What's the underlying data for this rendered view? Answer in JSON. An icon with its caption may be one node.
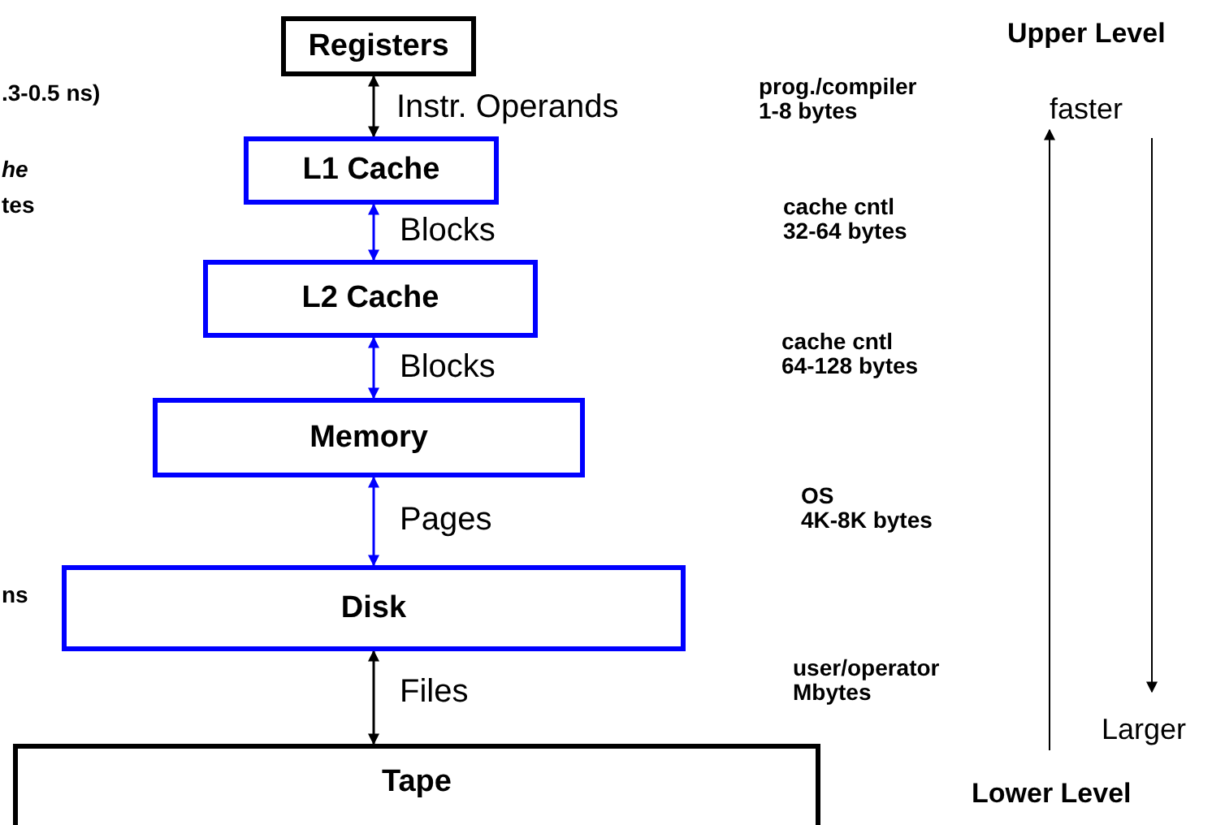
{
  "diagram": {
    "nodes": [
      {
        "text": [
          "Registers"
        ]
      },
      {
        "text": [
          "L1 Cache"
        ]
      },
      {
        "text": [
          "L2 Cache"
        ]
      },
      {
        "text": [
          "Memory"
        ]
      },
      {
        "text": [
          "Disk"
        ]
      },
      {
        "text": [
          "Tape"
        ]
      }
    ],
    "edges": [
      {
        "from": 0,
        "to": 1,
        "arrow": "both",
        "label": "Instr. Operands",
        "color": "#000000"
      },
      {
        "from": 1,
        "to": 2,
        "arrow": "both",
        "label": "Blocks"
      },
      {
        "from": 2,
        "to": 3,
        "arrow": "both",
        "label": "Blocks"
      },
      {
        "from": 3,
        "to": 4,
        "arrow": "both",
        "label": "Pages"
      },
      {
        "from": 4,
        "to": 5,
        "arrow": "both",
        "label": "Files",
        "color": "#000000"
      }
    ],
    "labels": [
      "Upper Level",
      "faster",
      ".3-0.5 ns)",
      "prog./compiler 1-8 bytes",
      "he",
      "tes",
      "cache cntl 32-64 bytes",
      "cache cntl 64-128 bytes",
      "OS 4K-8K bytes",
      "ns",
      "user/operator Mbytes",
      "Larger",
      "Lower Level"
    ]
  }
}
